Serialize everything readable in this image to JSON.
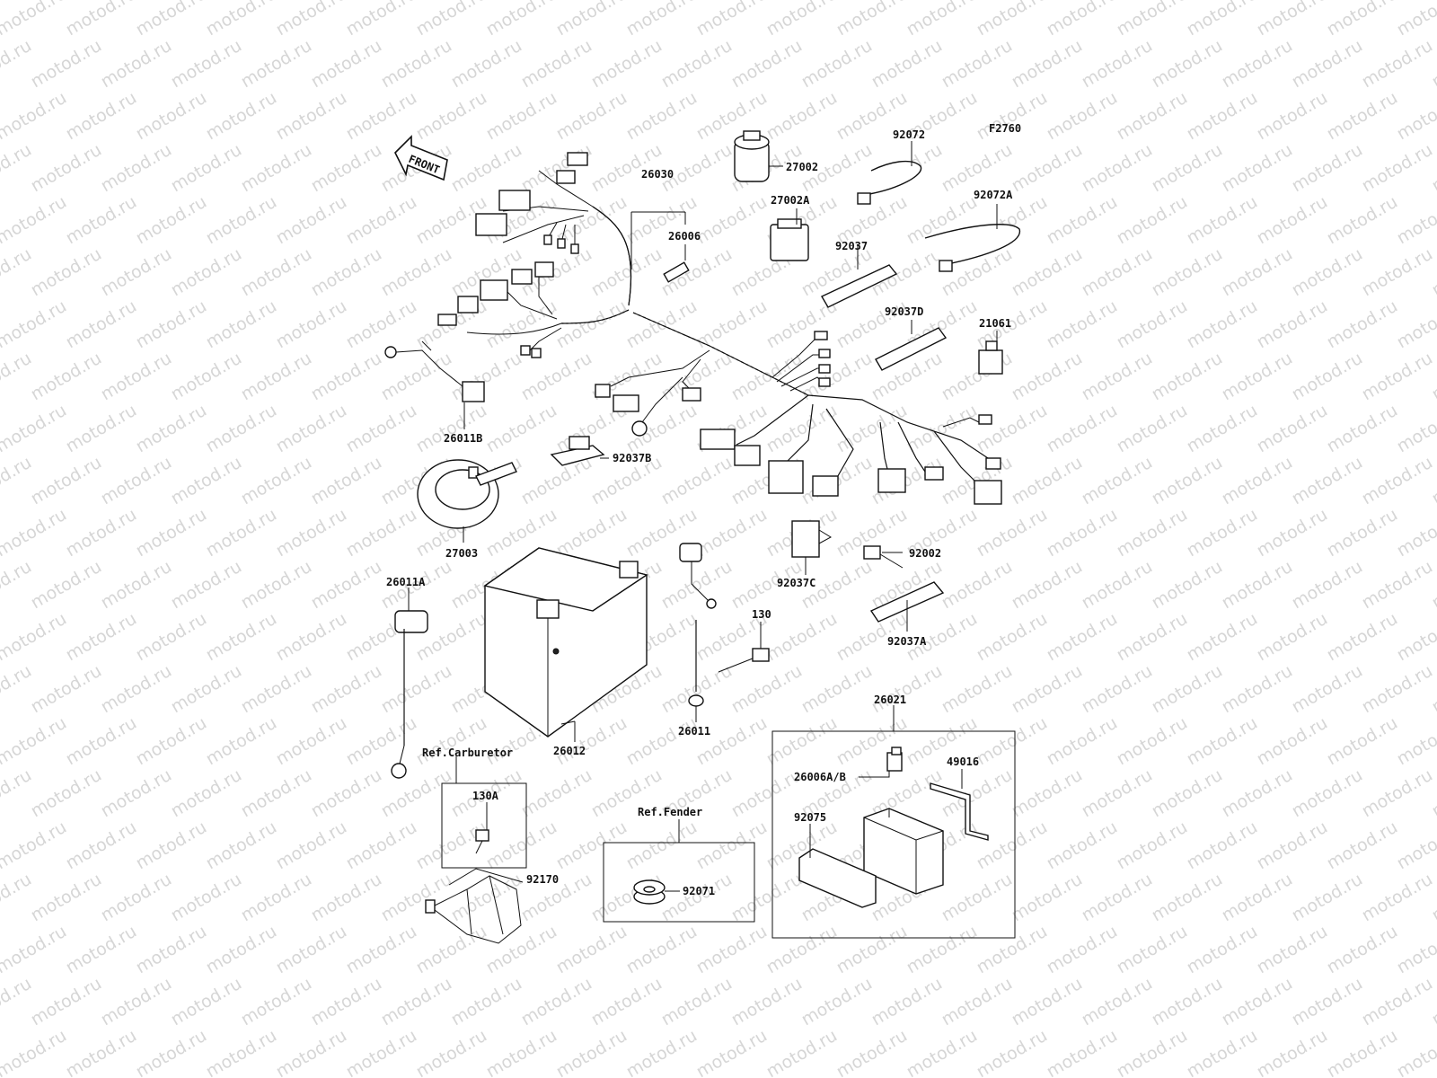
{
  "diagram": {
    "code": "F2760",
    "watermark_text": "motod.ru",
    "front_arrow_text": "FRONT",
    "labels": {
      "p26030": "26030",
      "p26006": "26006",
      "p27002": "27002",
      "p27002A": "27002A",
      "p92072": "92072",
      "p92072A": "92072A",
      "p92037": "92037",
      "p92037D": "92037D",
      "p21061": "21061",
      "p26011B": "26011B",
      "p92037B": "92037B",
      "p27003": "27003",
      "p26011A": "26011A",
      "p26012": "26012",
      "p26011": "26011",
      "p130": "130",
      "p92037C": "92037C",
      "p92002": "92002",
      "p92037A": "92037A",
      "p26021": "26021",
      "p26006AB": "26006A/B",
      "p49016": "49016",
      "p92075": "92075",
      "p130A": "130A",
      "p92170": "92170",
      "p92071": "92071"
    },
    "references": {
      "carburetor": "Ref.Carburetor",
      "fender": "Ref.Fender"
    }
  }
}
